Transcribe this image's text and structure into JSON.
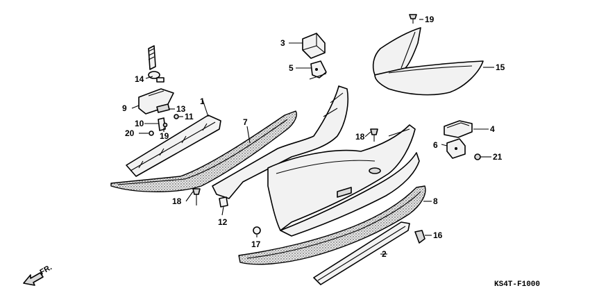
{
  "diagram": {
    "code": "KS4T-F1000",
    "direction_label": "FR.",
    "callouts": [
      "1",
      "2",
      "3",
      "4",
      "5",
      "6",
      "7",
      "8",
      "9",
      "10",
      "11",
      "12",
      "13",
      "14",
      "15",
      "16",
      "17",
      "18",
      "18",
      "19",
      "19",
      "20",
      "21"
    ]
  },
  "colors": {
    "line": "#000000",
    "background": "#ffffff"
  }
}
